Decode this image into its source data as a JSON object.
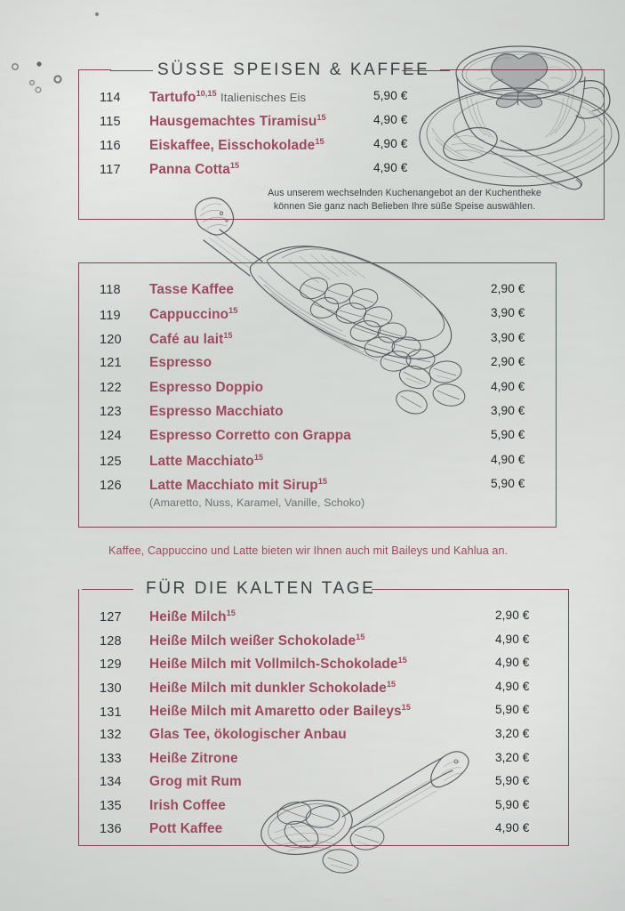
{
  "page": {
    "background_color": "#d9dcd8",
    "accent_color": "#9d4a60",
    "rule_color": "#7d4552",
    "heading_color": "#3d4246",
    "price_color": "#24282b"
  },
  "sections": [
    {
      "id": "suesse-speisen-kaffee",
      "title": "SÜSSE SPEISEN & KAFFEE",
      "items": [
        {
          "num": "114",
          "name": "Tartufo",
          "sup": "10,15",
          "suffix": "Italienisches Eis",
          "price": "5,90 €"
        },
        {
          "num": "115",
          "name": "Hausgemachtes Tiramisu",
          "sup": "15",
          "suffix": "",
          "price": "4,90 €"
        },
        {
          "num": "116",
          "name": "Eiskaffee, Eisschokolade",
          "sup": "15",
          "suffix": "",
          "price": "4,90 €"
        },
        {
          "num": "117",
          "name": "Panna Cotta",
          "sup": "15",
          "suffix": "",
          "price": "4,90 €"
        }
      ],
      "note": "Aus unserem wechselnden Kuchenangebot an der Kuchentheke\nkönnen Sie ganz nach Belieben Ihre süße Speise auswählen."
    },
    {
      "id": "kaffee",
      "title": "",
      "items": [
        {
          "num": "118",
          "name": "Tasse Kaffee",
          "sup": "",
          "suffix": "",
          "price": "2,90 €"
        },
        {
          "num": "119",
          "name": "Cappuccino",
          "sup": "15",
          "suffix": "",
          "price": "3,90 €"
        },
        {
          "num": "120",
          "name": "Café au lait",
          "sup": "15",
          "suffix": "",
          "price": "3,90 €"
        },
        {
          "num": "121",
          "name": "Espresso",
          "sup": "",
          "suffix": "",
          "price": "2,90 €"
        },
        {
          "num": "122",
          "name": "Espresso Doppio",
          "sup": "",
          "suffix": "",
          "price": "4,90 €"
        },
        {
          "num": "123",
          "name": "Espresso Macchiato",
          "sup": "",
          "suffix": "",
          "price": "3,90 €"
        },
        {
          "num": "124",
          "name": "Espresso Corretto con Grappa",
          "sup": "",
          "suffix": "",
          "price": "5,90 €"
        },
        {
          "num": "125",
          "name": "Latte Macchiato",
          "sup": "15",
          "suffix": "",
          "price": "4,90 €"
        },
        {
          "num": "126",
          "name": "Latte Macchiato mit Sirup",
          "sup": "15",
          "suffix": "",
          "price": "5,90 €",
          "subnote": "(Amaretto, Nuss, Karamel, Vanille, Schoko)"
        }
      ],
      "note": "Kaffee, Cappuccino und Latte bieten wir Ihnen auch mit Baileys und Kahlua an."
    },
    {
      "id": "fuer-die-kalten-tage",
      "title": "FÜR DIE KALTEN TAGE",
      "items": [
        {
          "num": "127",
          "name": "Heiße Milch",
          "sup": "15",
          "suffix": "",
          "price": "2,90 €"
        },
        {
          "num": "128",
          "name": "Heiße Milch weißer Schokolade",
          "sup": "15",
          "suffix": "",
          "price": "4,90 €"
        },
        {
          "num": "129",
          "name": "Heiße Milch mit Vollmilch-Schokolade",
          "sup": "15",
          "suffix": "",
          "price": "4,90 €"
        },
        {
          "num": "130",
          "name": "Heiße Milch mit dunkler Schokolade",
          "sup": "15",
          "suffix": "",
          "price": "4,90 €"
        },
        {
          "num": "131",
          "name": "Heiße Milch mit Amaretto oder Baileys",
          "sup": "15",
          "suffix": "",
          "price": "5,90 €"
        },
        {
          "num": "132",
          "name": "Glas Tee, ökologischer Anbau",
          "sup": "",
          "suffix": "",
          "price": "3,20 €"
        },
        {
          "num": "133",
          "name": "Heiße Zitrone",
          "sup": "",
          "suffix": "",
          "price": "3,20 €"
        },
        {
          "num": "134",
          "name": "Grog mit Rum",
          "sup": "",
          "suffix": "",
          "price": "5,90 €"
        },
        {
          "num": "135",
          "name": "Irish Coffee",
          "sup": "",
          "suffix": "",
          "price": "5,90 €"
        },
        {
          "num": "136",
          "name": "Pott Kaffee",
          "sup": "",
          "suffix": "",
          "price": "4,90 €"
        }
      ]
    }
  ],
  "illustrations": [
    {
      "name": "latte-cup-saucer-spoon-sketch"
    },
    {
      "name": "coffee-scoop-with-beans-sketch"
    },
    {
      "name": "spoon-with-coffee-beans-sketch"
    }
  ]
}
